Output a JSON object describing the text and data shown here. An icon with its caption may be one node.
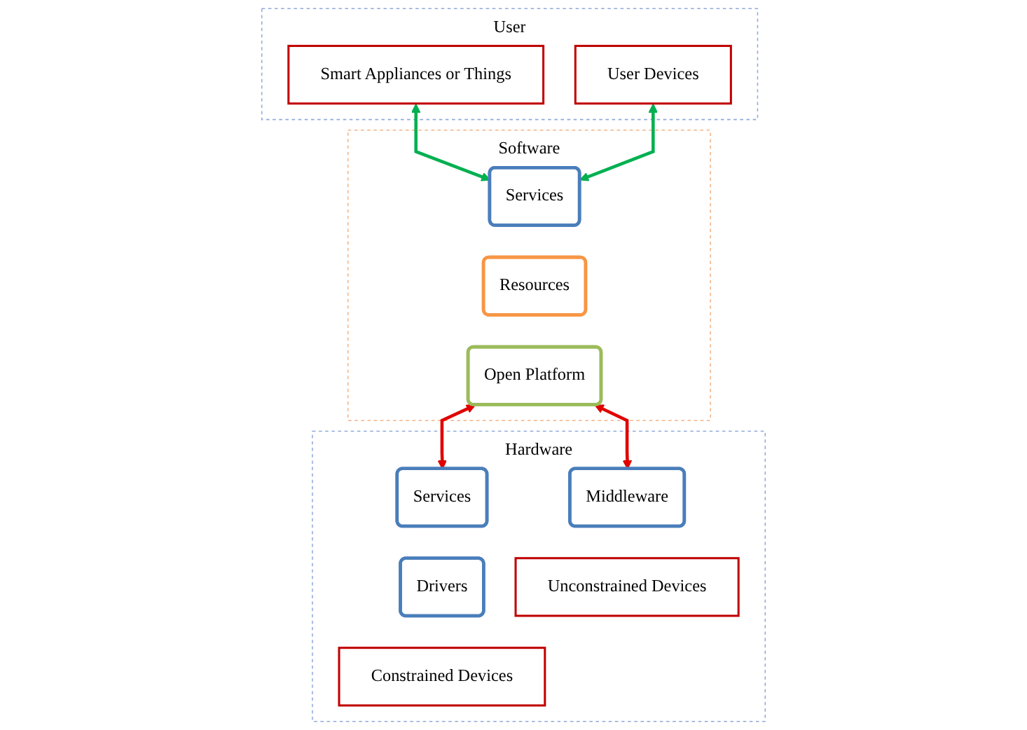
{
  "diagram": {
    "nodes": [
      {
        "text": [
          "User"
        ]
      },
      {
        "text": [
          "Smart Appliances or Things"
        ],
        "in": 0
      },
      {
        "text": [
          "User Devices"
        ],
        "in": 0
      },
      {
        "text": [
          "Software"
        ]
      },
      {
        "text": [
          "Services"
        ],
        "in": 3
      },
      {
        "text": [
          "Resources"
        ],
        "in": 3
      },
      {
        "text": [
          "Open Platform"
        ],
        "in": 3
      },
      {
        "text": [
          "Hardware"
        ]
      },
      {
        "text": [
          "Services"
        ],
        "in": 7
      },
      {
        "text": [
          "Drivers"
        ],
        "in": 7
      },
      {
        "text": [
          "Middleware"
        ],
        "in": 7
      },
      {
        "text": [
          "Constrained Devices"
        ],
        "in": 7
      },
      {
        "text": [
          "Unconstrained Devices"
        ],
        "in": 7
      }
    ],
    "edges": [
      {
        "from": 1,
        "to": 4,
        "arrow": "both",
        "color": "#00b050"
      },
      {
        "from": 2,
        "to": 4,
        "arrow": "both",
        "color": "#00b050"
      },
      {
        "from": 6,
        "to": 8,
        "arrow": "both",
        "color": "#e00000"
      },
      {
        "from": 6,
        "to": 10,
        "arrow": "both",
        "color": "#e00000"
      }
    ]
  }
}
